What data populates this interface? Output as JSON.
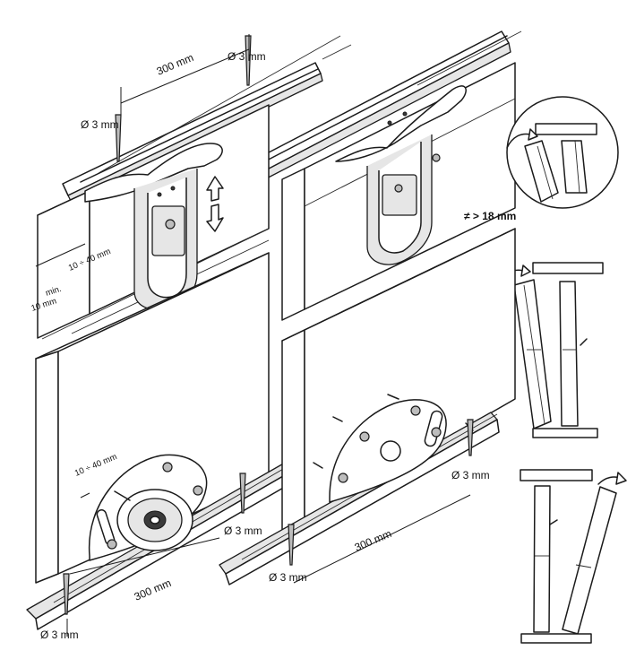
{
  "labels": {
    "dim_top_spacing": "300 mm",
    "hole_top": "Ø 3 mm",
    "hole_top_right": "Ø 3 mm",
    "door_gap": "10 ÷ 40 mm",
    "min_label": "min.",
    "min_value": "10 mm",
    "thickness": "≠ > 18 mm",
    "bottom_gap": "10 ÷ 40 mm",
    "hole_bottom_mid": "Ø 3 mm",
    "hole_bottom_right": "Ø 3 mm",
    "hole_bottom_center": "Ø 3 mm",
    "hole_bottom_left": "Ø 3 mm",
    "dim_bottom_left": "300 mm",
    "dim_bottom_right": "300 mm"
  }
}
